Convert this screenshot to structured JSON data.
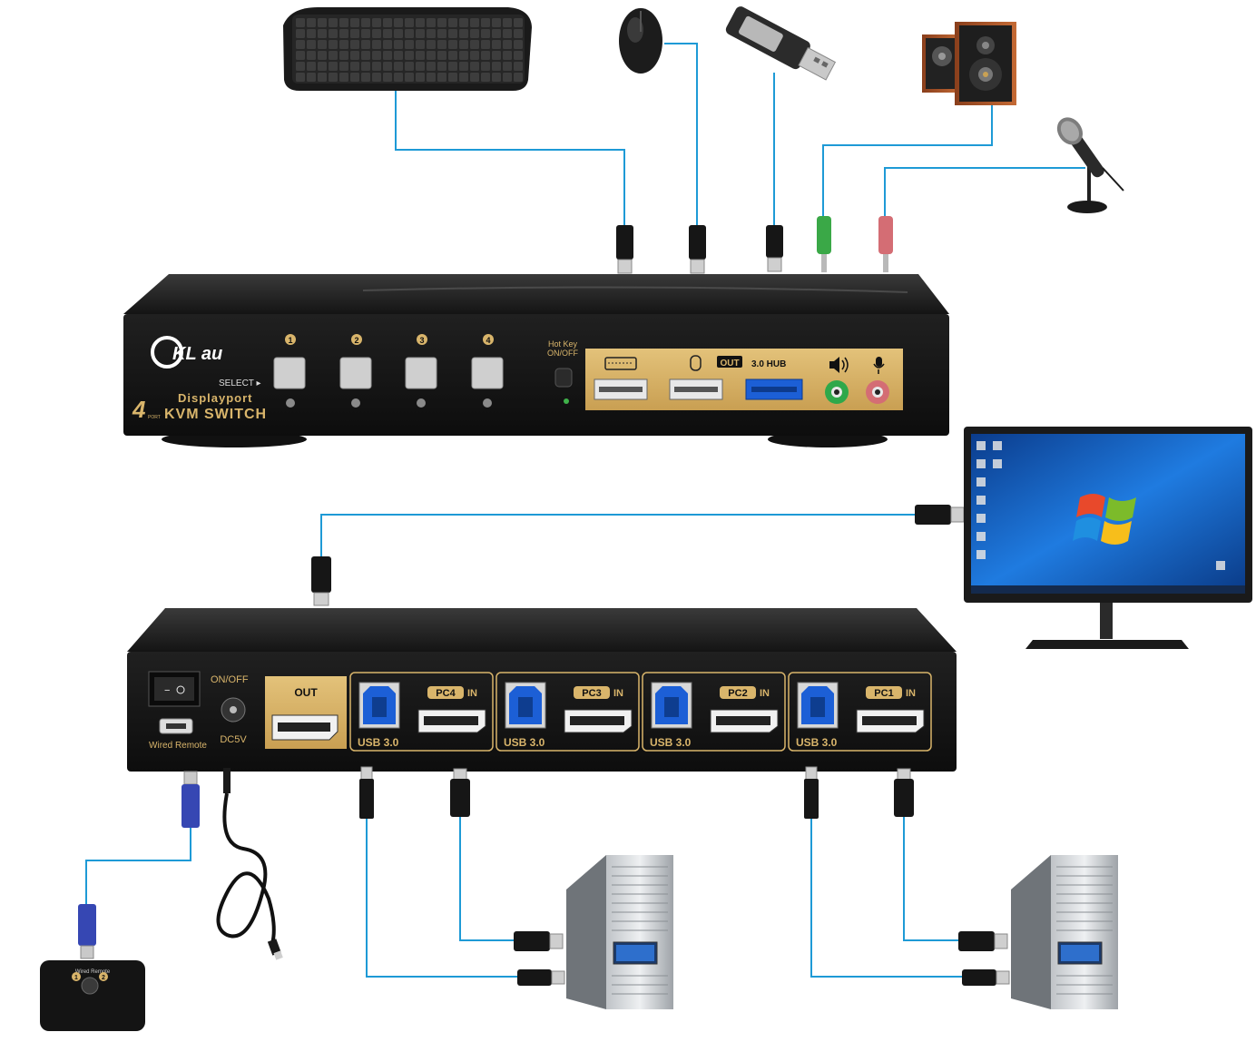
{
  "front_panel": {
    "brand_text": "KL au",
    "select_label": "SELECT ▸",
    "port_numbers": [
      "1",
      "2",
      "3",
      "4"
    ],
    "product_number": "4",
    "product_number_sub": "PORT",
    "product_line1": "Displayport",
    "product_line2": "KVM SWITCH",
    "hotkey_line1": "Hot Key",
    "hotkey_line2": "ON/OFF",
    "hub_out_label": "OUT",
    "hub_label": "3.0 HUB"
  },
  "rear_panel": {
    "onoff_label": "ON/OFF",
    "wired_remote_label": "Wired Remote",
    "dc_label": "DC5V",
    "out_label": "OUT",
    "pc_groups": [
      {
        "pc": "PC4",
        "in": "IN",
        "usb": "USB 3.0"
      },
      {
        "pc": "PC3",
        "in": "IN",
        "usb": "USB 3.0"
      },
      {
        "pc": "PC2",
        "in": "IN",
        "usb": "USB 3.0"
      },
      {
        "pc": "PC1",
        "in": "IN",
        "usb": "USB 3.0"
      }
    ]
  },
  "remote": {
    "label": "Wired Remote",
    "btn1": "1",
    "btn2": "2"
  },
  "colors": {
    "cable": "#1e9ad6",
    "panel_gold": "#d9b56b",
    "device_black": "#1b1b1b",
    "usb3_blue": "#1c5fd6",
    "audio_green": "#2fa84a",
    "audio_pink": "#d46d74"
  }
}
